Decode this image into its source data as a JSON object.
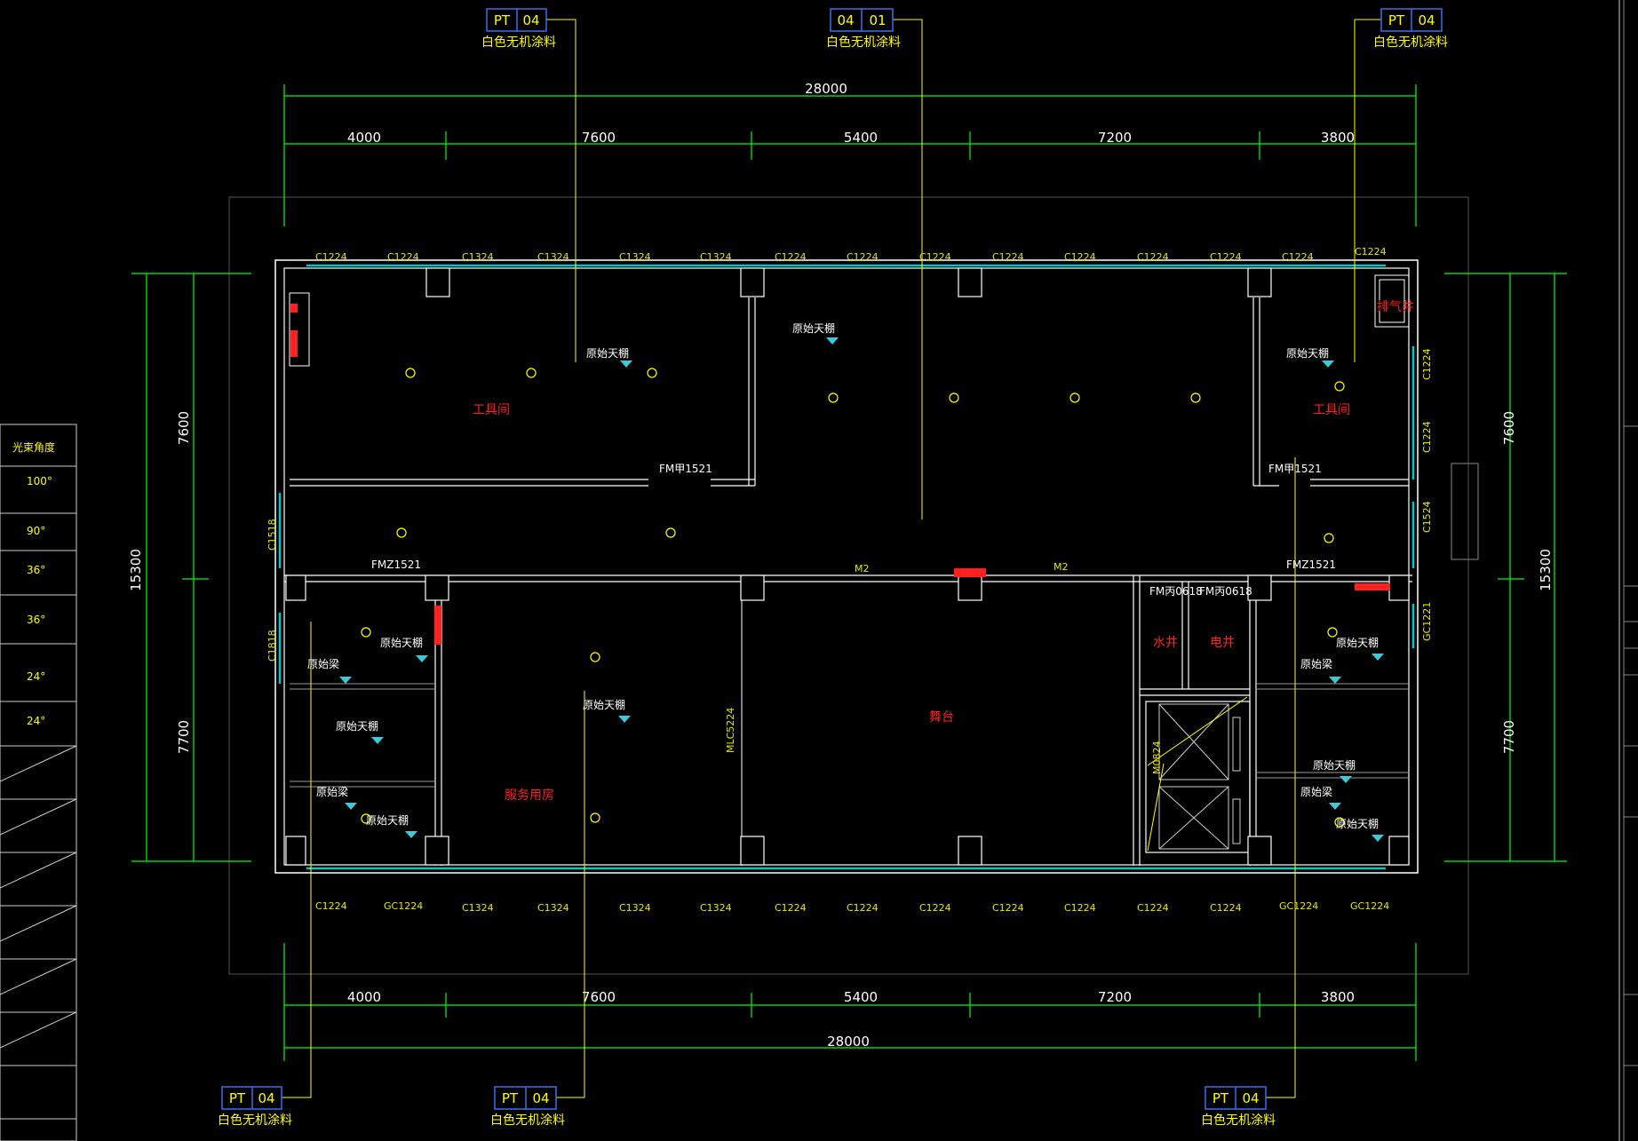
{
  "dimensions": {
    "total": "28000",
    "segments": [
      "4000",
      "7600",
      "5400",
      "7200",
      "3800"
    ],
    "height_total": "15300",
    "height_segments": [
      "7600",
      "7700"
    ]
  },
  "tags_top": [
    {
      "left": "PT",
      "right": "04",
      "note": "白色无机涂料"
    },
    {
      "left": "04",
      "right": "01",
      "note": "白色无机涂料"
    },
    {
      "left": "PT",
      "right": "04",
      "note": "白色无机涂料"
    }
  ],
  "tags_bottom": [
    {
      "left": "PT",
      "right": "04",
      "note": "白色无机涂料"
    },
    {
      "left": "PT",
      "right": "04",
      "note": "白色无机涂料"
    },
    {
      "left": "PT",
      "right": "04",
      "note": "白色无机涂料"
    }
  ],
  "windows_top": [
    "C1224",
    "C1224",
    "C1324",
    "C1324",
    "C1324",
    "C1324",
    "C1224",
    "C1224",
    "C1224",
    "C1224",
    "C1224",
    "C1224",
    "C1224",
    "C1224",
    "C1224"
  ],
  "windows_bottom": [
    "C1224",
    "GC1224",
    "C1324",
    "C1324",
    "C1324",
    "C1324",
    "C1224",
    "C1224",
    "C1224",
    "C1224",
    "C1224",
    "C1224",
    "C1224",
    "GC1224",
    "GC1224"
  ],
  "windows_left": [
    "C1518",
    "C1818"
  ],
  "windows_right": [
    "C1224",
    "C1224",
    "C1524",
    "GC1221"
  ],
  "doors": {
    "fm1": "FM甲1521",
    "fm2": "FM甲1521",
    "fmz1": "FMZ1521",
    "fmz2": "FMZ1521",
    "m2a": "M2",
    "m2b": "M2",
    "fmb1": "FM丙0618",
    "fmb2": "FM丙0618",
    "mlc": "MLC5224",
    "m0824": "M0824"
  },
  "rooms": {
    "tool_left": "工具间",
    "tool_right": "工具间",
    "kitchen": "服务用房",
    "stage": "舞台",
    "water": "水井",
    "elec": "电井",
    "shaft": "排气井"
  },
  "annotations": {
    "ceiling": "原始天棚",
    "beam": "原始梁"
  },
  "legend": {
    "header": "光束角度",
    "values": [
      "100°",
      "90°",
      "36°",
      "36°",
      "24°",
      "24°"
    ]
  },
  "colors": {
    "background": "#000000",
    "dimension": "#00ff00",
    "wall": "#ffffff",
    "window": "#00c8c8",
    "leader": "#ffff00",
    "room_label": "#ff2020",
    "tag_box": "#3a6ef0"
  }
}
